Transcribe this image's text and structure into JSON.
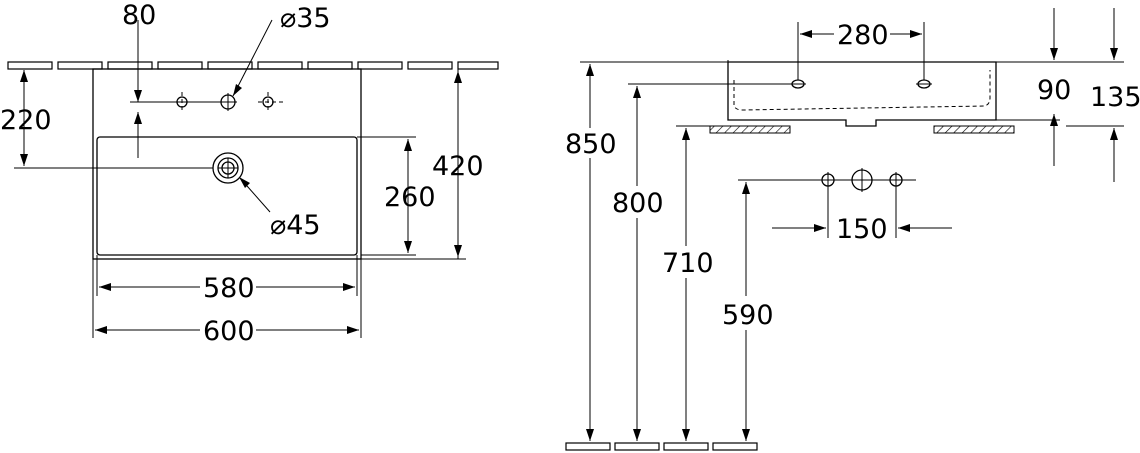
{
  "top_view": {
    "tap_offset": "80",
    "tap_hole": "⌀35",
    "tap_height": "220",
    "waste_hole": "⌀45",
    "basin_depth": "260",
    "overall_depth": "420",
    "inner_width": "580",
    "overall_width": "600"
  },
  "side_view": {
    "hole_spacing": "280",
    "rim_height": "90",
    "overall_height": "135",
    "rim_floor_height": "850",
    "tap_floor_height": "800",
    "bottom_floor_height": "710",
    "waste_floor_height": "590",
    "waste_spacing": "150"
  }
}
